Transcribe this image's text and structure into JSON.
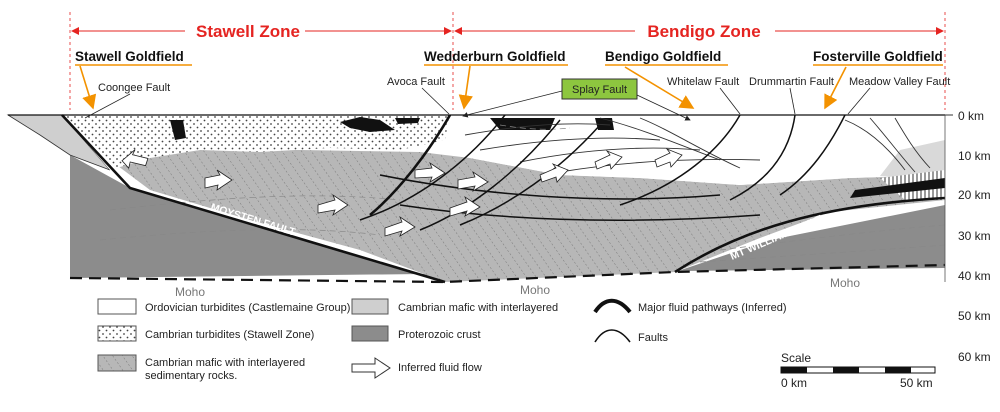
{
  "zones": [
    {
      "label": "Stawell Zone"
    },
    {
      "label": "Bendigo Zone"
    }
  ],
  "goldfields": [
    "Stawell Goldfield",
    "Wedderburn Goldfield",
    "Bendigo Goldfield",
    "Fosterville Goldfield"
  ],
  "faults": {
    "coongee": "Coongee Fault",
    "avoca": "Avoca Fault",
    "splay": "Splay Fault",
    "whitelaw": "Whitelaw Fault",
    "drummartin": "Drummartin Fault",
    "meadow_valley": "Meadow Valley Fault",
    "moysten": "MOYSTEN FAULT",
    "mt_william": "MT WILLIAM FAULT"
  },
  "moho_label": "Moho",
  "depth_ticks": [
    "0 km",
    "10 km",
    "20 km",
    "30 km",
    "40 km",
    "50 km",
    "60 km"
  ],
  "legend": {
    "ordovician": "Ordovician turbidites (Castlemaine Group)",
    "cambrian_turbidites": "Cambrian turbidites (Stawell Zone)",
    "cambrian_mafic_sed_1": "Cambrian mafic with interlayered",
    "cambrian_mafic_sed_2": "sedimentary rocks.",
    "cambrian_mafic": "Cambrian mafic with interlayered",
    "proterozoic": "Proterozoic crust",
    "fluid_flow": "Inferred fluid flow",
    "major_pathways": "Major fluid pathways (Inferred)",
    "faults": "Faults"
  },
  "scale": {
    "title": "Scale",
    "start": "0 km",
    "end": "50 km"
  },
  "colors": {
    "zone_red": "#e52421",
    "arrow_orange": "#f39200",
    "splay_green": "#8dc63f",
    "proterozoic": "#8c8c8c",
    "mafic_light": "#cfcfcf",
    "mafic_sed": "#b7b7b7"
  }
}
